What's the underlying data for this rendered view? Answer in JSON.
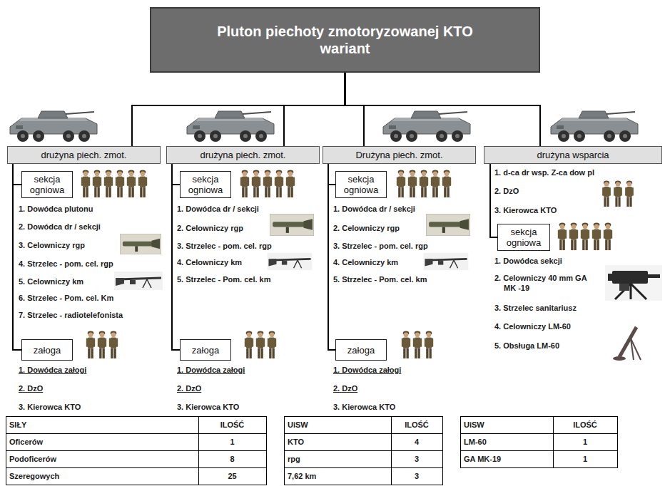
{
  "diagram": {
    "nodes": [
      {
        "text": [
          "Pluton piechoty zmotoryzowanej KTO wariant"
        ]
      },
      {
        "text": [
          "drużyna piech. zmot."
        ]
      },
      {
        "text": [
          "sekcja ogniowa"
        ]
      },
      {
        "text": [
          "załoga"
        ]
      },
      {
        "text": [
          "drużyna piech. zmot."
        ]
      },
      {
        "text": [
          "sekcja ogniowa"
        ]
      },
      {
        "text": [
          "załoga"
        ]
      },
      {
        "text": [
          "Drużyna piech. zmot."
        ]
      },
      {
        "text": [
          "sekcja ogniowa"
        ]
      },
      {
        "text": [
          "załoga"
        ]
      },
      {
        "text": [
          "drużyna wsparcia"
        ]
      },
      {
        "text": [
          "sekcja ogniowa"
        ]
      }
    ],
    "edges": [
      {
        "from": 0,
        "to": 1,
        "arrow": "none"
      },
      {
        "from": 0,
        "to": 4,
        "arrow": "none"
      },
      {
        "from": 0,
        "to": 7,
        "arrow": "none"
      },
      {
        "from": 0,
        "to": 10,
        "arrow": "none"
      },
      {
        "from": 1,
        "to": 2,
        "arrow": "none"
      },
      {
        "from": 1,
        "to": 3,
        "arrow": "none"
      },
      {
        "from": 4,
        "to": 5,
        "arrow": "none"
      },
      {
        "from": 4,
        "to": 6,
        "arrow": "none"
      },
      {
        "from": 7,
        "to": 8,
        "arrow": "none"
      },
      {
        "from": 7,
        "to": 9,
        "arrow": "none"
      },
      {
        "from": 10,
        "to": 11,
        "arrow": "none"
      }
    ],
    "labels": [
      "1. Dowódca plutonu",
      "2. Dowódca dr / sekcji",
      "3. Celowniczy rgp",
      "4. Strzelec - pom. cel. rgp",
      "5. Celowniczy km",
      "6. Strzelec - Pom. cel. Km",
      "7. Strzelec - radiotelefonista",
      "1. Dowódca załogi",
      "2. DzO",
      "3. Kierowca KTO",
      "1. Dowódca dr / sekcji",
      "2. Celowniczy rgp",
      "3. Strzelec - pom. cel. rgp",
      "4. Celowniczy km",
      "5. Strzelec - Pom. cel. km",
      "1. Dowódca załogi",
      "2. DzO",
      "3. Kierowca KTO",
      "1. Dowódca dr / sekcji",
      "2. Celowniczy rgp",
      "3. Strzelec - pom. cel. rgp",
      "4. Celowniczy km",
      "5. Strzelec - Pom. cel. km",
      "1. Dowódca załogi",
      "2. DzO",
      "3. Kierowca KTO",
      "1. d-ca dr wsp. Z-ca dow pl",
      "2. DzO",
      "3. Kierowca KTO",
      "1. Dowódca sekcji",
      "2. Celowniczy 40 mm GA MK -19",
      "3. Strzelec sanitariusz",
      "4. Celowniczy LM-60",
      "5. Obsługa LM-60",
      "SIŁY",
      "ILOŚĆ",
      "Oficerów",
      "1",
      "Podoficerów",
      "8",
      "Szeregowych",
      "25",
      "UiSW",
      "ILOŚĆ",
      "KTO",
      "4",
      "rpg",
      "3",
      "7,62 km",
      "3",
      "UiSW",
      "ILOŚĆ",
      "LM-60",
      "1",
      "GA MK-19",
      "1"
    ]
  }
}
